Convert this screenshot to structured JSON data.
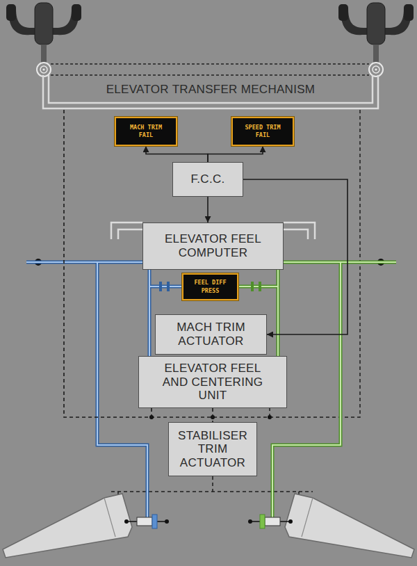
{
  "diagram": {
    "nodes": [
      {
        "text": [
          "ELEVATOR TRANSFER MECHANISM"
        ]
      },
      {
        "text": [
          "MACH TRIM FAIL"
        ]
      },
      {
        "text": [
          "SPEED TRIM FAIL"
        ]
      },
      {
        "text": [
          "F.C.C."
        ]
      },
      {
        "text": [
          "ELEVATOR FEEL COMPUTER"
        ]
      },
      {
        "text": [
          "FEEL DIFF PRESS"
        ]
      },
      {
        "text": [
          "MACH TRIM ACTUATOR"
        ]
      },
      {
        "text": [
          "ELEVATOR FEEL AND CENTERING UNIT"
        ]
      },
      {
        "text": [
          "STABILISER TRIM ACTUATOR"
        ]
      }
    ],
    "edges": [
      {
        "from": 3,
        "to": 1,
        "arrow": "to"
      },
      {
        "from": 3,
        "to": 2,
        "arrow": "to"
      },
      {
        "from": 3,
        "to": 4,
        "arrow": "to"
      },
      {
        "from": 3,
        "to": 6,
        "arrow": "to"
      },
      {
        "from": 0,
        "to": 7,
        "arrow": "none"
      },
      {
        "from": 7,
        "to": 8,
        "arrow": "none"
      }
    ]
  }
}
